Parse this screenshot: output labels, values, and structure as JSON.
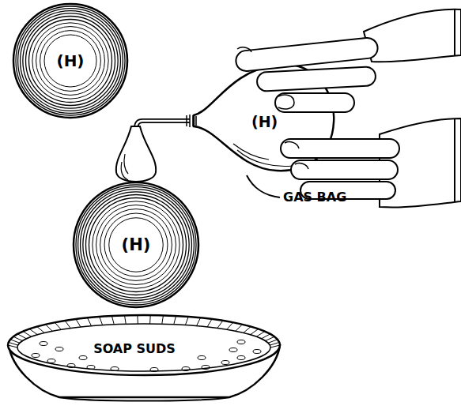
{
  "diagram": {
    "nodes": [
      {
        "text": [
          "(H)"
        ]
      },
      {
        "text": [
          "(H)"
        ]
      },
      {
        "text": [
          "(H)"
        ]
      },
      {
        "text": [
          "SOAP SUDS"
        ]
      }
    ],
    "edges": [
      {
        "from": 1,
        "to": 2,
        "arrow": "none"
      }
    ],
    "labels": [
      "GAS BAG"
    ]
  }
}
